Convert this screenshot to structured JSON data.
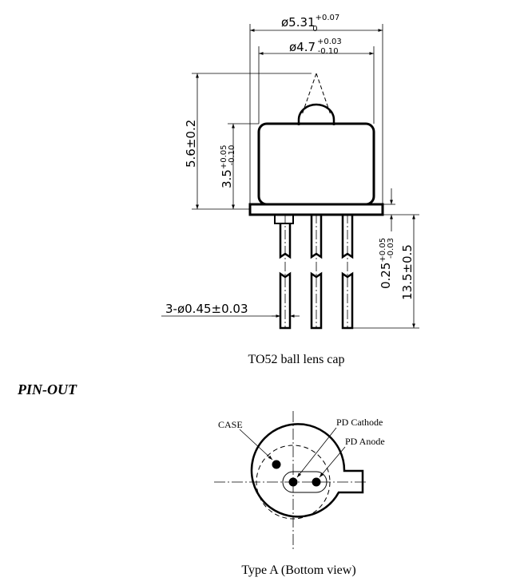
{
  "top_view": {
    "dim_outer_main": "ø5.31",
    "dim_outer_sup": "+0.07",
    "dim_outer_sub": "0",
    "dim_inner_main": "ø4.7",
    "dim_inner_sup": "+0.03",
    "dim_inner_sub": "-0.10",
    "dim_height_total": "5.6±0.2",
    "dim_cap_height_main": "3.5",
    "dim_cap_height_sup": "+0.05",
    "dim_cap_height_sub": "-0.10",
    "dim_flange_main": "0.25",
    "dim_flange_sup": "+0.05",
    "dim_flange_sub": "-0.03",
    "dim_lead_length": "13.5±0.5",
    "dim_lead_dia": "3-ø0.45±0.03",
    "caption": "TO52 ball lens cap"
  },
  "section_title": "PIN-OUT",
  "pinout": {
    "label_case": "CASE",
    "label_pd_cathode": "PD Cathode",
    "label_pd_anode": "PD Anode",
    "caption": "Type A (Bottom view)"
  }
}
